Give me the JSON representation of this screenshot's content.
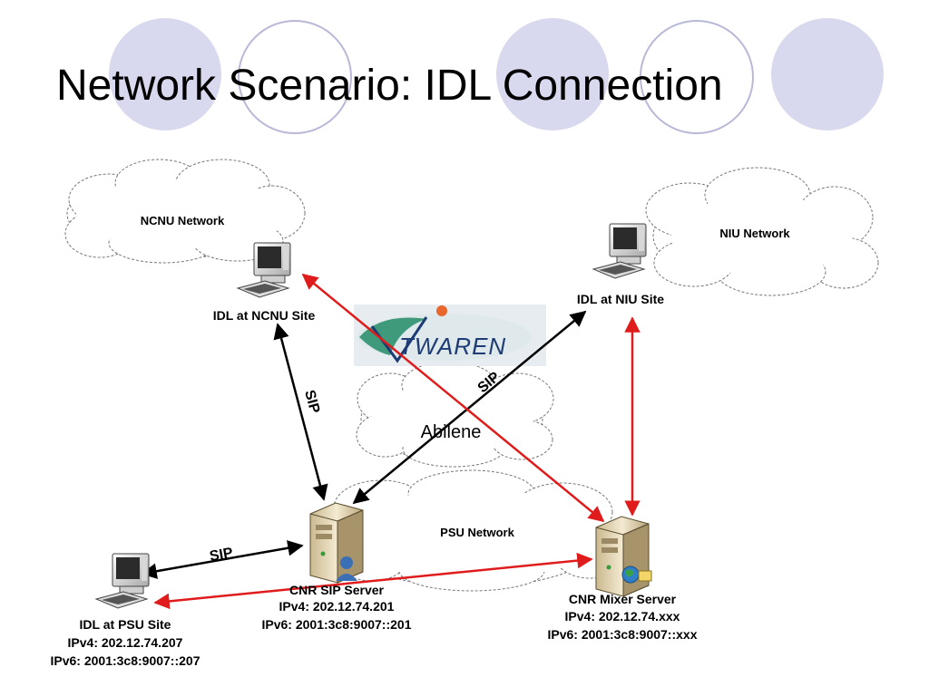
{
  "slide": {
    "title": "Network Scenario: IDL Connection"
  },
  "clouds": {
    "ncnu": "NCNU Network",
    "niu": "NIU Network",
    "abilene": "Abilene",
    "psu": "PSU Network"
  },
  "logo": {
    "text": "TWAREN",
    "colors": {
      "green": "#3f9a7c",
      "navy": "#1d3b74",
      "orange": "#e9662c"
    }
  },
  "nodes": {
    "idl_ncnu": {
      "label": "IDL at NCNU Site"
    },
    "idl_niu": {
      "label": "IDL at NIU Site"
    },
    "idl_psu": {
      "label": "IDL at PSU Site",
      "ipv4": "IPv4: 202.12.74.207",
      "ipv6": "IPv6: 2001:3c8:9007::207"
    },
    "sip_server": {
      "label": "CNR SIP Server",
      "ipv4": "IPv4: 202.12.74.201",
      "ipv6": "IPv6: 2001:3c8:9007::201"
    },
    "mixer_server": {
      "label": "CNR Mixer Server",
      "ipv4": "IPv4: 202.12.74.xxx",
      "ipv6": "IPv6: 2001:3c8:9007::xxx"
    }
  },
  "links": {
    "sip_label": "SIP",
    "sip_color": "#000000",
    "media_color": "#e01b1b"
  },
  "decor": {
    "circle_fill": "#d8d8ee"
  }
}
